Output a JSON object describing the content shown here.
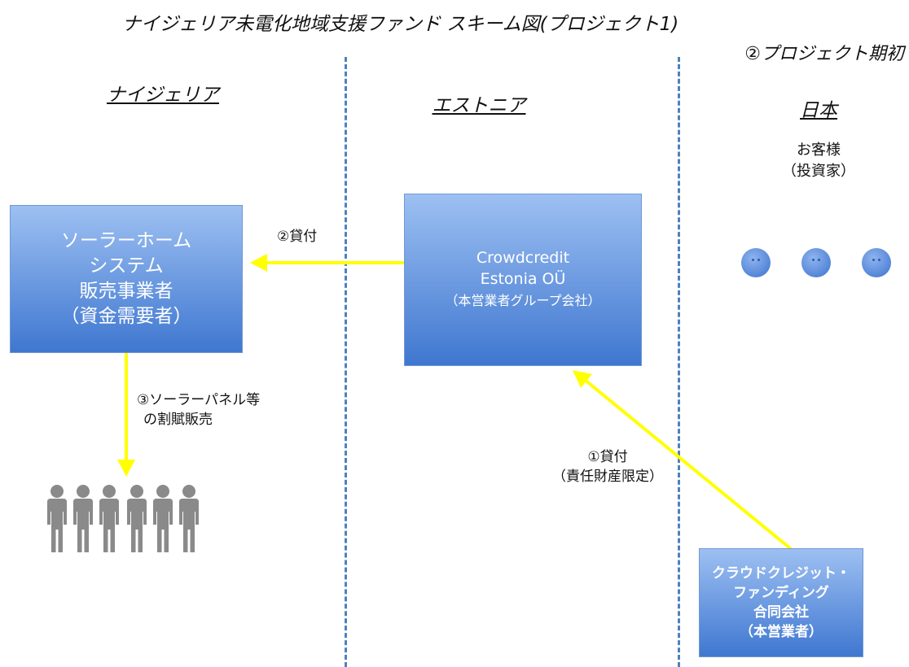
{
  "title": "ナイジェリア未電化地域支援ファンド スキーム図(プロジェクト1)",
  "subtitle": "②プロジェクト期初",
  "columns": {
    "nigeria": "ナイジェリア",
    "estonia": "エストニア",
    "japan": "日本"
  },
  "customers": {
    "line1": "お客様",
    "line2": "（投資家）"
  },
  "boxes": {
    "solar_seller": [
      "ソーラーホーム",
      "システム",
      "販売事業者",
      "（資金需要者）"
    ],
    "crowdcredit_estonia": [
      "Crowdcredit",
      "Estonia OÜ",
      "（本営業者グループ会社）"
    ],
    "crowdcredit_funding": [
      "クラウドクレジット・",
      "ファンディング",
      "合同会社",
      "（本営業者）"
    ]
  },
  "flows": {
    "loan_2": "②貸付",
    "sale_3_line1": "③ソーラーパネル等",
    "sale_3_line2": "の割賦販売",
    "loan_1_line1": "①貸付",
    "loan_1_line2": "（責任財産限定）"
  },
  "colors": {
    "box_top": "#9dc0f2",
    "box_bottom": "#3f77d0",
    "arrow": "#ffff00",
    "divider": "#4f81bd",
    "people": "#8a8a8a"
  },
  "icons": {
    "investors": "person-face-icon",
    "end_users": "people-group-icon"
  }
}
